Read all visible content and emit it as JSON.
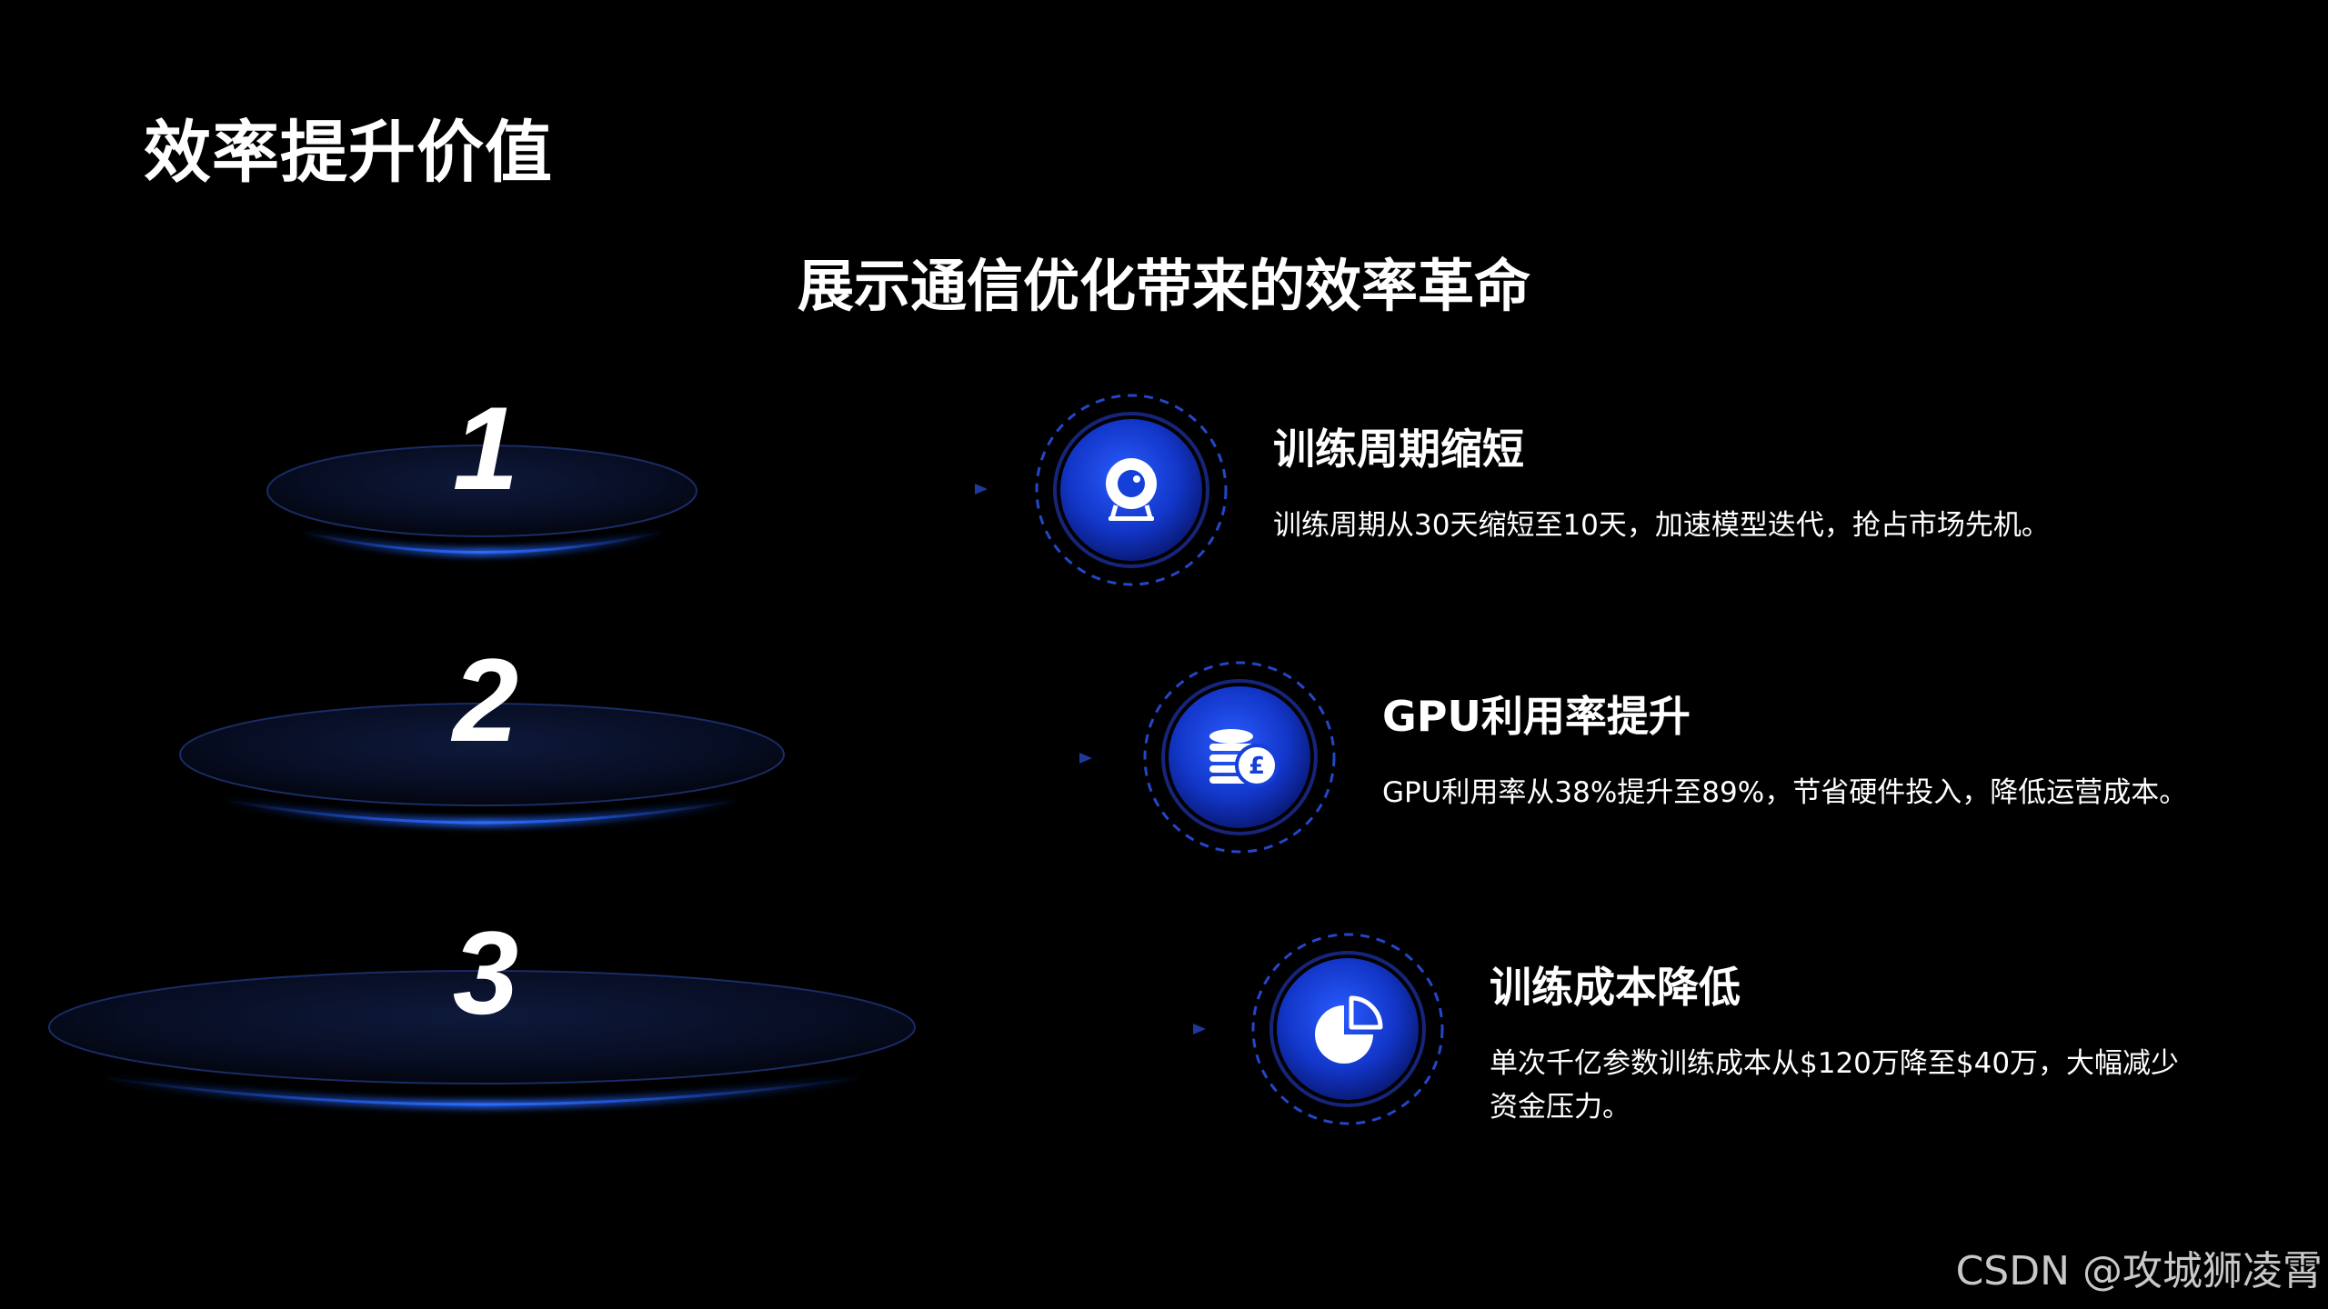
{
  "slide": {
    "title": "效率提升价值",
    "subtitle": "展示通信优化带来的效率革命"
  },
  "steps": [
    {
      "number": "1",
      "heading": "训练周期缩短",
      "description": "训练周期从30天缩短至10天，加速模型迭代，抢占市场先机。",
      "icon": "webcam-icon"
    },
    {
      "number": "2",
      "heading": "GPU利用率提升",
      "description": "GPU利用率从38%提升至89%，节省硬件投入，降低运营成本。",
      "icon": "coins-pound-icon"
    },
    {
      "number": "3",
      "heading": "训练成本降低",
      "description": "单次千亿参数训练成本从$120万降至$40万，大幅减少资金压力。",
      "icon": "pie-chart-icon"
    }
  ],
  "watermark": "CSDN @攻城狮凌霄",
  "colors": {
    "background": "#000000",
    "accent_blue": "#1f5cff",
    "dark_blue": "#0a1a6e",
    "text": "#ffffff"
  }
}
